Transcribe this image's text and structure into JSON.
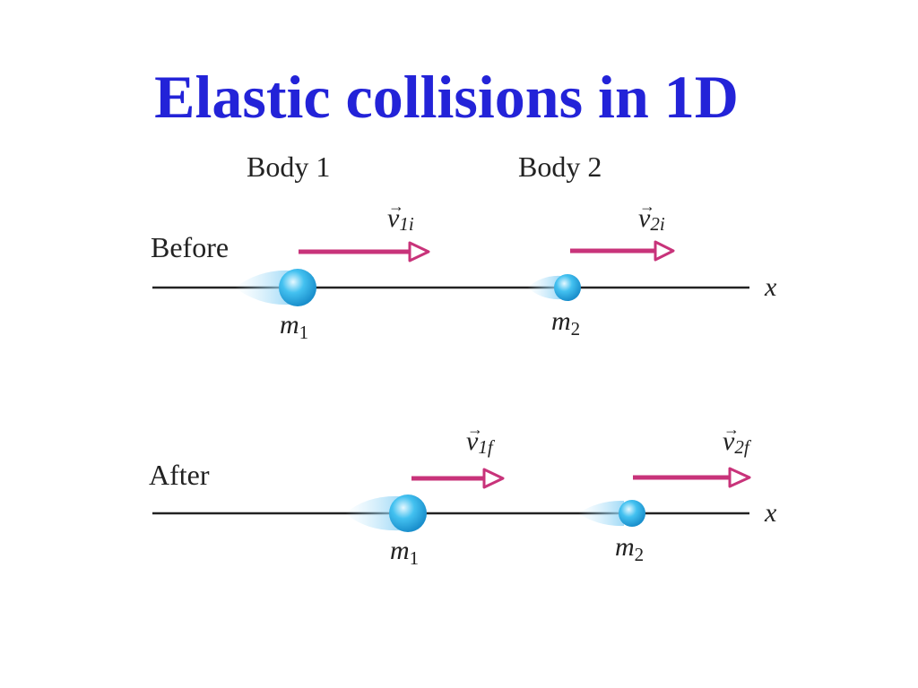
{
  "slide": {
    "title": "Elastic collisions in 1D"
  },
  "diagram": {
    "column_labels": {
      "body1": "Body 1",
      "body2": "Body 2"
    },
    "before": {
      "label": "Before",
      "axis": "x",
      "m1": {
        "symbol": "m",
        "sub": "1"
      },
      "m2": {
        "symbol": "m",
        "sub": "2"
      },
      "v1": {
        "symbol": "v",
        "sub": "1i"
      },
      "v2": {
        "symbol": "v",
        "sub": "2i"
      }
    },
    "after": {
      "label": "After",
      "axis": "x",
      "m1": {
        "symbol": "m",
        "sub": "1"
      },
      "m2": {
        "symbol": "m",
        "sub": "2"
      },
      "v1": {
        "symbol": "v",
        "sub": "1f"
      },
      "v2": {
        "symbol": "v",
        "sub": "2f"
      }
    },
    "colors": {
      "title": "#2323d8",
      "arrow": "#c8337a",
      "ball": "#2fb2e8",
      "line": "#222222"
    }
  }
}
